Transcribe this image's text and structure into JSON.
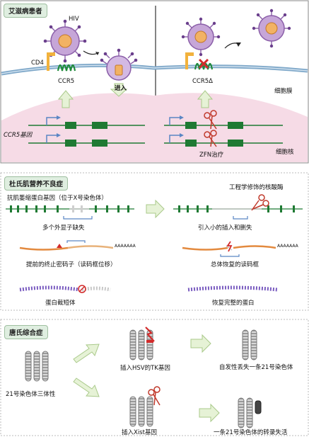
{
  "panel1": {
    "title": "艾滋病患者",
    "hiv_label": "HIV",
    "cd4_label": "CD4",
    "ccr5_label": "CCR5",
    "entry_label": "进入",
    "ccr5_delta_label": "CCR5Δ",
    "membrane_label": "细胞膜",
    "ccr5_gene_label": "CCR5基因",
    "zfn_label": "ZFN治疗",
    "nucleus_label": "细胞核"
  },
  "panel2": {
    "title": "杜氏肌营养不良症",
    "gene_label": "抗肌萎缩蛋白基因（位于X号染色体）",
    "exon_deletion_label": "多个外显子缺失",
    "nuclease_label": "工程学修饰的核酸酶",
    "indel_label": "引入小的插入和删失",
    "stop_codon_label": "提前的终止密码子（读码框位移）",
    "polyA_left": "AAAAAAA",
    "polyA_right": "AAAAAAA",
    "restored_frame_label": "总体恢复的读码框",
    "truncated_protein_label": "蛋白截短体",
    "restored_protein_label": "恢复完整的蛋白"
  },
  "panel3": {
    "title": "唐氏综合症",
    "trisomy_label": "21号染色体三体性",
    "tk_insert_label": "插入HSV的TK基因",
    "spontaneous_loss_label": "自发性丢失一条21号染色体",
    "xist_insert_label": "插入Xist基因",
    "silencing_label": "一条21号染色体的转录失活"
  },
  "colors": {
    "tag_bg": "#dfeee0",
    "arrow_fill": "#e6f2d6",
    "arrow_stroke": "#a9c98a",
    "exon_green": "#1f7a33",
    "nucleus_pink": "#f6dbe6",
    "virus_purple": "#9b6fb5",
    "membrane_blue": "#7fa8c9",
    "red_mark": "#d22b2b"
  }
}
